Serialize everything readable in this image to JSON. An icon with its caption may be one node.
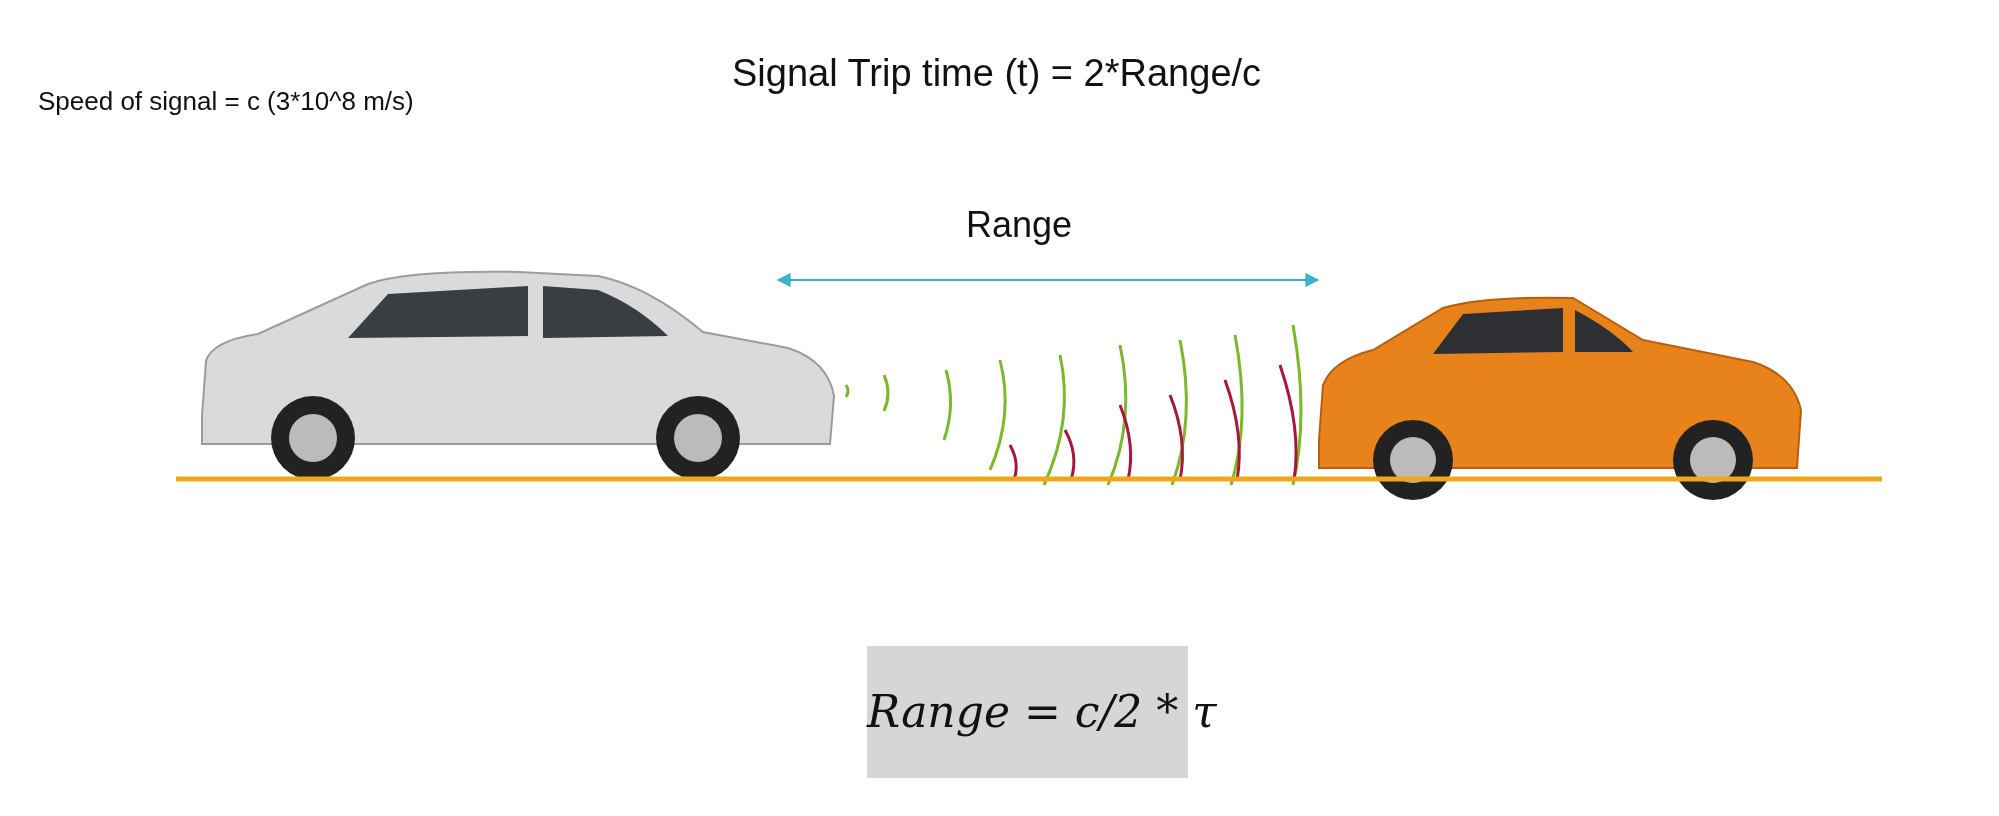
{
  "diagram": {
    "title": "Signal Trip time (t) = 2*Range/c",
    "labels": [
      "Speed of signal = c (3*10^8 m/s)",
      "Range",
      "Range = c/2 * τ"
    ]
  }
}
